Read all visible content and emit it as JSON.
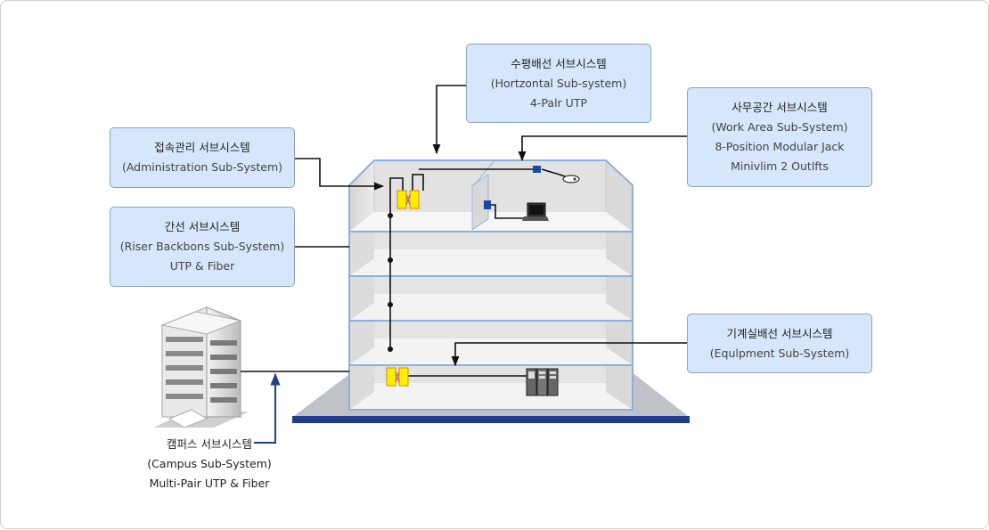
{
  "labels": {
    "horizontal": {
      "title": "수평배선 서브시스템",
      "english": "(Hortzontal Sub-system)",
      "detail": "4-Palr UTP"
    },
    "work_area": {
      "title": "사무공간 서브시스템",
      "english": "(Work Area Sub-System)",
      "detail1": "8-Position Modular Jack",
      "detail2": "Minivlim 2 Outlfts"
    },
    "administration": {
      "title": "접속관리 서브시스템",
      "english": "(Administration Sub-System)"
    },
    "riser": {
      "title": "간선 서브시스템",
      "english": "(Riser Backbons Sub-System)",
      "detail": "UTP & Fiber"
    },
    "equipment": {
      "title": "기계실배선 서브시스템",
      "english": "(Equlpment Sub-System)"
    },
    "campus": {
      "title": "캠퍼스 서브시스템",
      "english": "(Campus Sub-System)",
      "detail": "Multi-Pair UTP & Fiber"
    }
  },
  "colors": {
    "box_fill": "#d6e6fb",
    "box_border": "#8aa3c2",
    "floor_outline": "#8fb0d6",
    "base_bar": "#1d3f8a",
    "arrow": "#111111",
    "campus_arrow": "#1d3f8a",
    "patch_panel": "#ffee00",
    "outlet": "#1a4aa0"
  },
  "icons": [
    "patch-panel-icon",
    "laptop-icon",
    "mouse-icon",
    "server-rack-icon",
    "campus-building-icon",
    "wall-outlet-icon"
  ]
}
